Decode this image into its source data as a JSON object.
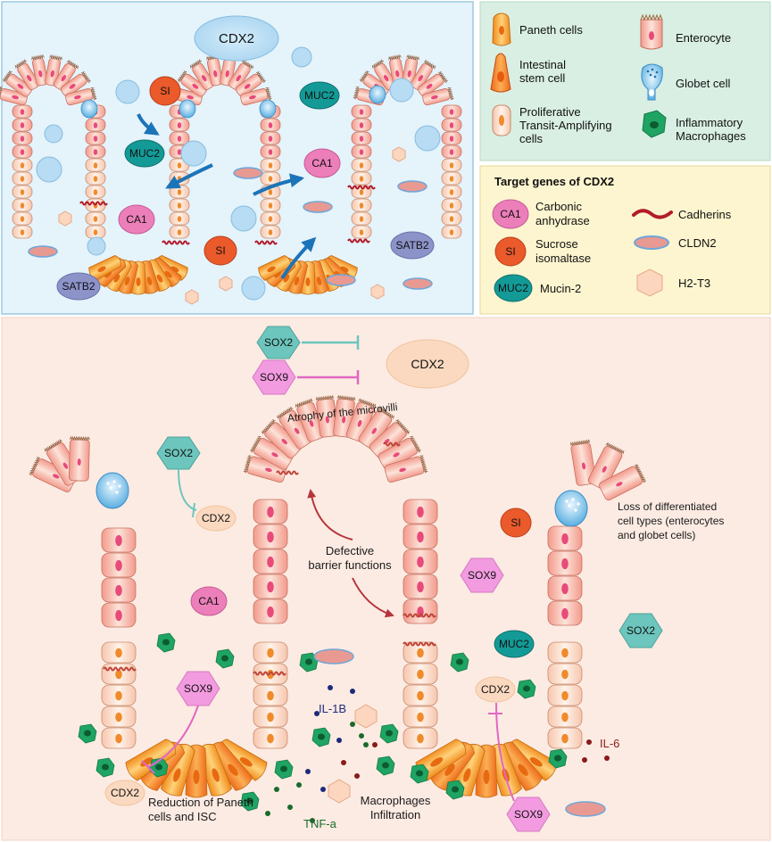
{
  "top": {
    "cdx2_label": "CDX2",
    "si_top": "SI",
    "muc2_left": "MUC2",
    "muc2_right": "MUC2",
    "ca1_right": "CA1",
    "ca1_left": "CA1",
    "si_bottom": "SI",
    "satb2_left": "SATB2",
    "satb2_right": "SATB2"
  },
  "legend": {
    "paneth": "Paneth cells",
    "isc_1": "Intestinal",
    "isc_2": "stem cell",
    "ta_1": "Proliferative",
    "ta_2": "Transit-Amplifying",
    "ta_3": "cells",
    "enterocyte": "Enterocyte",
    "goblet": "Globet cell",
    "macro_1": "Inflammatory",
    "macro_2": "Macrophages"
  },
  "targets": {
    "title": "Target genes of CDX2",
    "ca1_chip": "CA1",
    "ca1_1": "Carbonic",
    "ca1_2": "anhydrase",
    "si_chip": "SI",
    "si_1": "Sucrose",
    "si_2": "isomaltase",
    "muc2_chip": "MUC2",
    "muc2_text": "Mucin-2",
    "cadherins": "Cadherins",
    "cldn2": "CLDN2",
    "h2t3": "H2-T3"
  },
  "bottom": {
    "sox2_top": "SOX2",
    "sox9_top": "SOX9",
    "cdx2_top": "CDX2",
    "atrophy": "Atrophy of the microvilli",
    "sox2_left": "SOX2",
    "cdx2_left": "CDX2",
    "defective_1": "Defective",
    "defective_2": "barrier functions",
    "loss_1": "Loss of differentiated",
    "loss_2": "cell types (enterocytes",
    "loss_3": "and globet cells)",
    "si": "SI",
    "sox9_mid": "SOX9",
    "ca1": "CA1",
    "muc2": "MUC2",
    "sox2_right": "SOX2",
    "sox9_left": "SOX9",
    "il1b": "IL-1B",
    "cdx2_right": "CDX2",
    "il6": "IL-6",
    "cdx2_bottom": "CDX2",
    "reduction_1": "Reduction of Paneth",
    "reduction_2": "cells and ISC",
    "tnfa": "TNF-a",
    "macro_1": "Macrophages",
    "macro_2": "Infiltration",
    "sox9_bottom": "SOX9"
  }
}
